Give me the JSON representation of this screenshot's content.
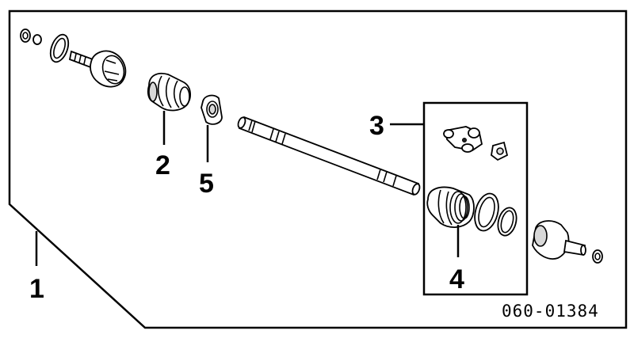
{
  "diagram": {
    "part_code": "060-01384",
    "callouts": {
      "c1": "1",
      "c2": "2",
      "c3": "3",
      "c4": "4",
      "c5": "5"
    }
  }
}
